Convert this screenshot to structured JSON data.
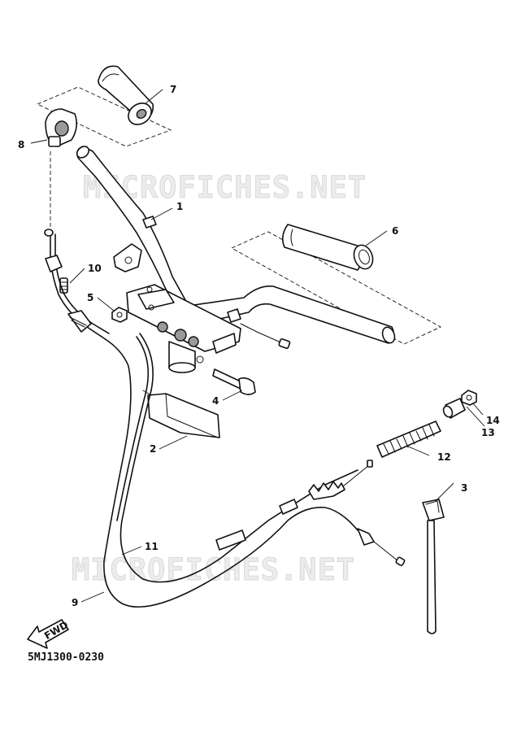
{
  "watermarks": [
    "MICROFICHES.NET",
    "MICROFICHES.NET"
  ],
  "callouts": [
    {
      "id": "c1",
      "label": "1"
    },
    {
      "id": "c2",
      "label": "2"
    },
    {
      "id": "c3",
      "label": "3"
    },
    {
      "id": "c4",
      "label": "4"
    },
    {
      "id": "c5",
      "label": "5"
    },
    {
      "id": "c6",
      "label": "6"
    },
    {
      "id": "c7",
      "label": "7"
    },
    {
      "id": "c8",
      "label": "8"
    },
    {
      "id": "c9",
      "label": "9"
    },
    {
      "id": "c10",
      "label": "10"
    },
    {
      "id": "c11",
      "label": "11"
    },
    {
      "id": "c12",
      "label": "12"
    },
    {
      "id": "c13",
      "label": "13"
    },
    {
      "id": "c14",
      "label": "14"
    }
  ],
  "fwd_label": "FWD",
  "diagram_code": "5MJ1300-0230"
}
